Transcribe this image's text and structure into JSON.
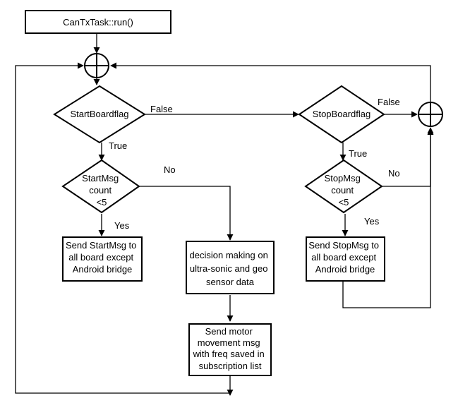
{
  "nodes": {
    "start": "CanTxTask::run()",
    "start_board_flag": "StartBoardflag",
    "stop_board_flag": "StopBoardflag",
    "start_msg_count": [
      "StartMsg",
      "count",
      "<5"
    ],
    "stop_msg_count": [
      "StopMsg",
      "count",
      "<5"
    ],
    "send_start_msg": [
      "Send StartMsg to",
      "all board except",
      "Android bridge"
    ],
    "send_stop_msg": [
      "Send StopMsg to",
      "all board except",
      "Android bridge"
    ],
    "decision_making": [
      "decision making on",
      "ultra-sonic and geo",
      "sensor data"
    ],
    "send_motor_msg": [
      "Send motor",
      "movement msg",
      "with freq saved in",
      "subscription list"
    ]
  },
  "edge_labels": {
    "start_false": "False",
    "start_true": "True",
    "start_msg_no": "No",
    "start_msg_yes": "Yes",
    "stop_false": "False",
    "stop_true": "True",
    "stop_msg_no": "No",
    "stop_msg_yes": "Yes"
  }
}
